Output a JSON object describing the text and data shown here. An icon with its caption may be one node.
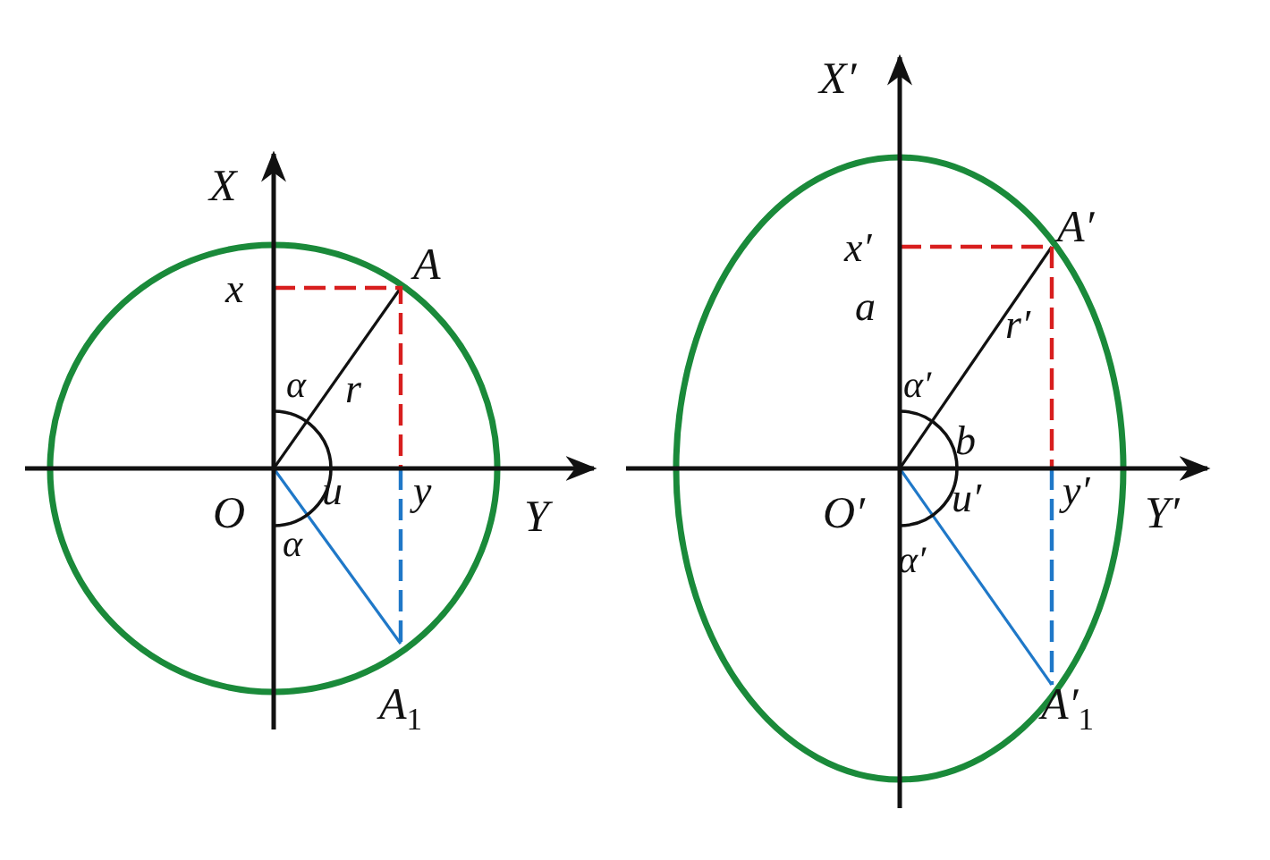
{
  "diagram": {
    "labels": [
      "X",
      "x",
      "A",
      "α",
      "r",
      "O",
      "u",
      "y",
      "Y",
      "α",
      "A$_{1}$",
      "X′",
      "x′",
      "A′",
      "a",
      "r′",
      "α′",
      "b",
      "O′",
      "u′",
      "y′",
      "Y′",
      "α′",
      "A′$_{1}$"
    ]
  }
}
